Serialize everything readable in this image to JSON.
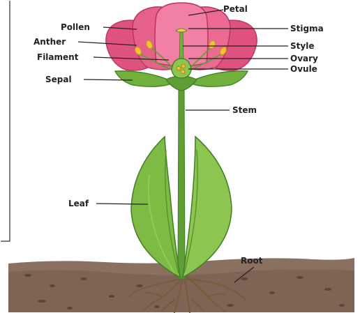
{
  "diagram": {
    "labels": {
      "petal": "Petal",
      "pollen": "Pollen",
      "stigma": "Stigma",
      "anther": "Anther",
      "style": "Style",
      "filament": "Filament",
      "ovary": "Ovary",
      "ovule": "Ovule",
      "sepal": "Sepal",
      "stem": "Stem",
      "leaf": "Leaf",
      "root": "Root"
    },
    "colors": {
      "petal": "#e0527e",
      "petal_light": "#f17fa3",
      "petal_outline": "#b8325c",
      "green": "#6faf3c",
      "green_dark": "#3f7e23",
      "green_light": "#9fcf5c",
      "anther": "#f2c233",
      "soil": "#8a7060",
      "soil_dark": "#6b5245",
      "root": "#7a5a3c"
    }
  }
}
